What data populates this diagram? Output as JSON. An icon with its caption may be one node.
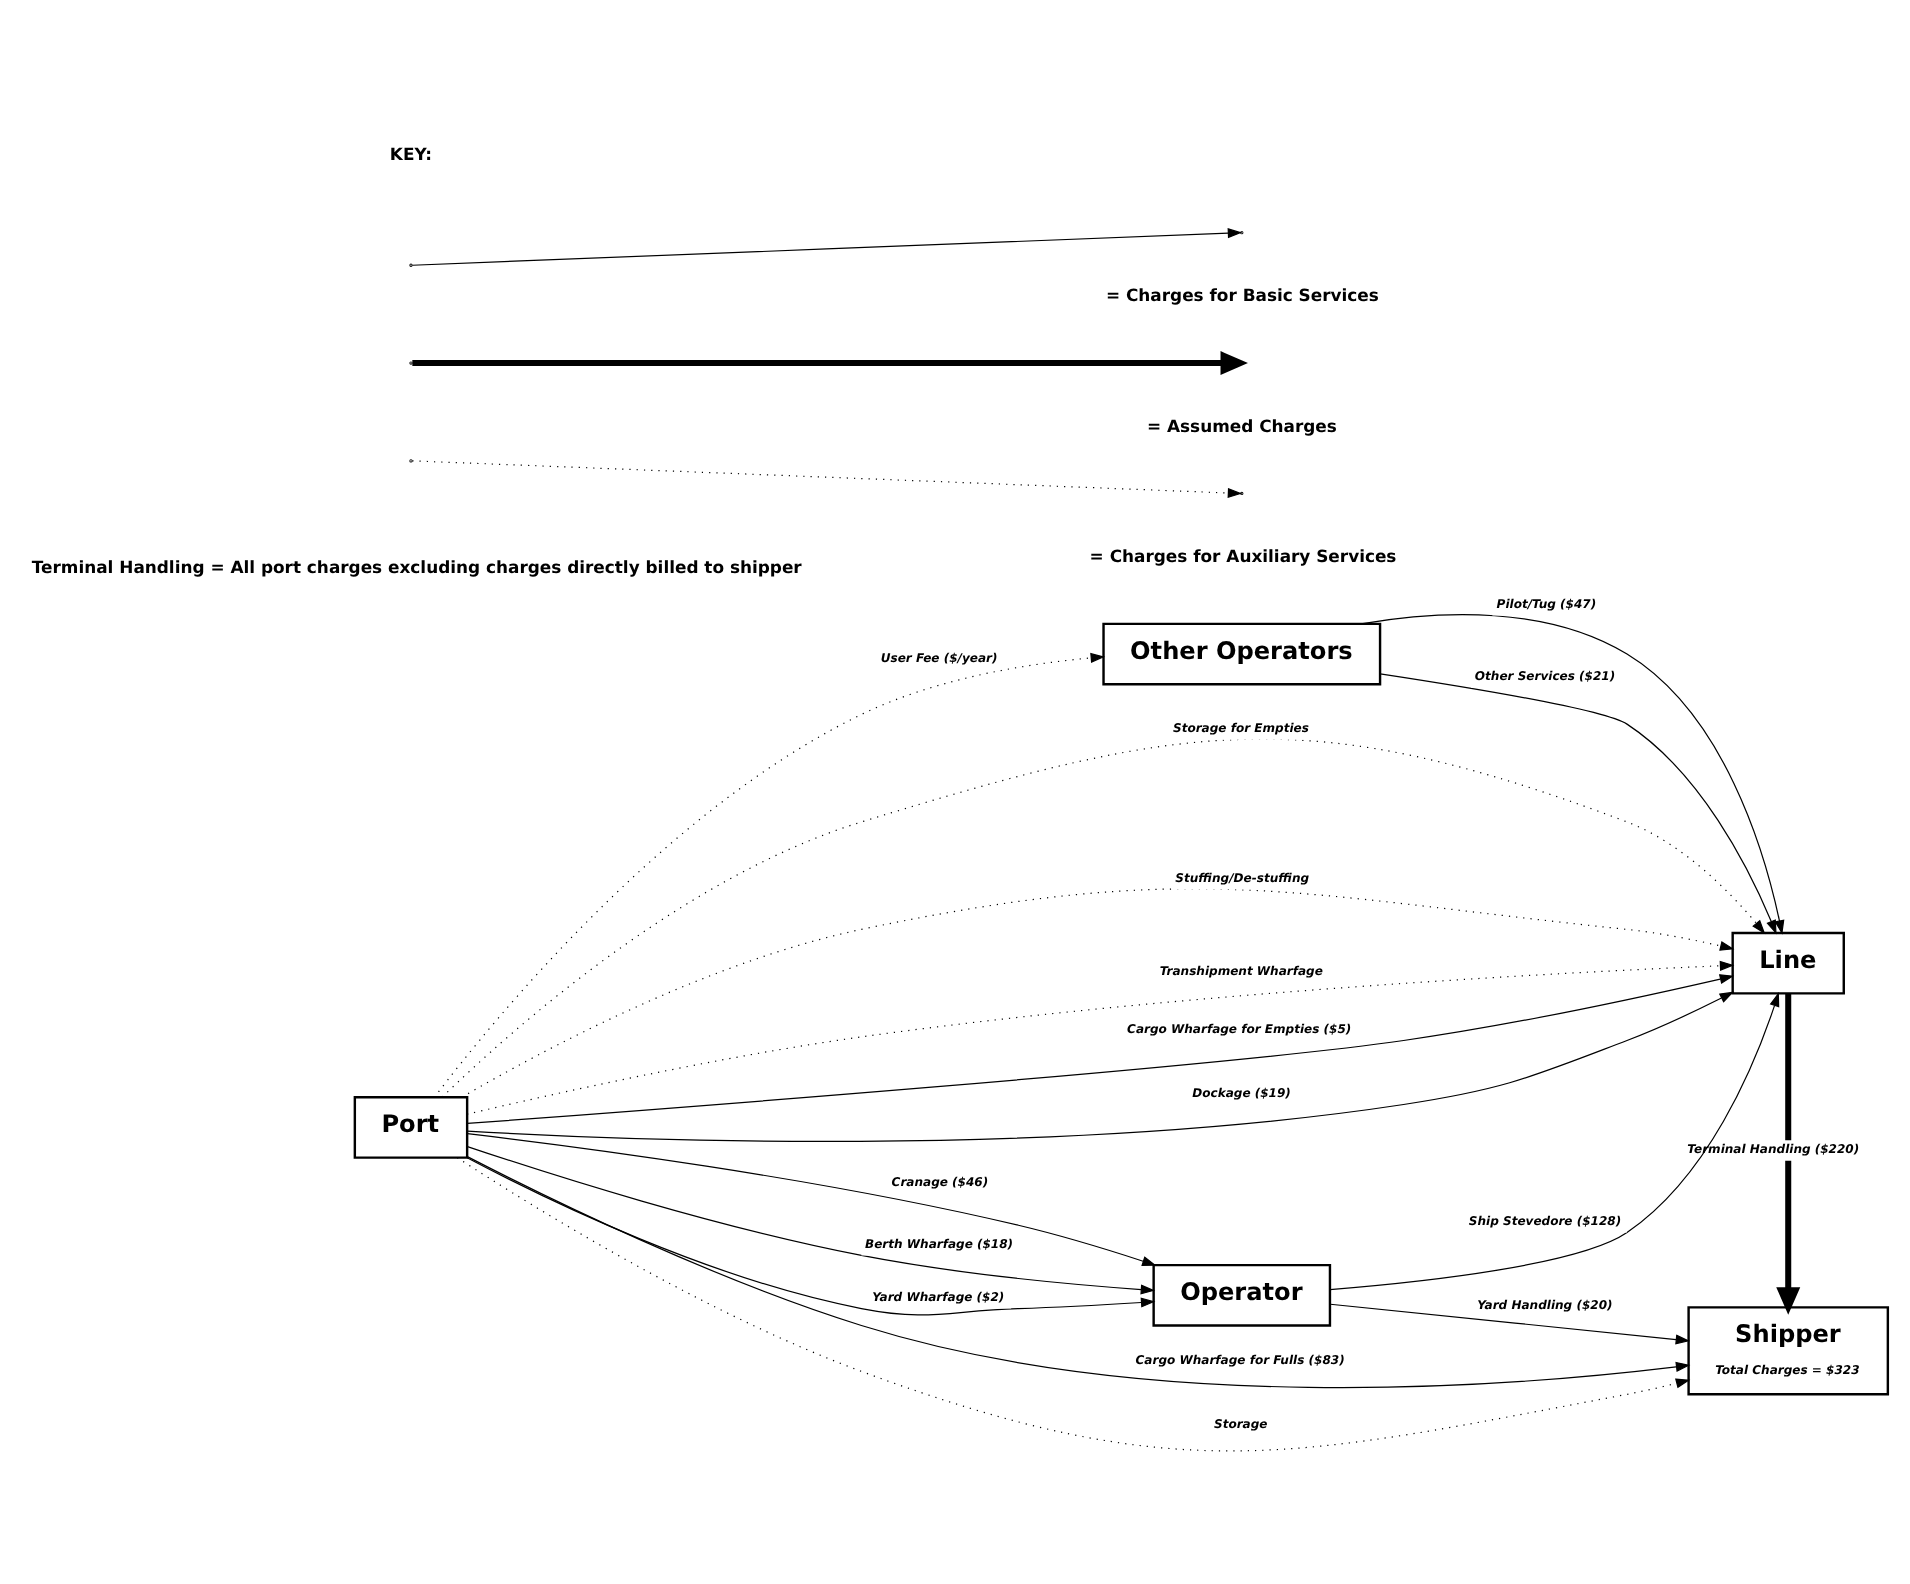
{
  "diagram": {
    "nodes": [
      {
        "text": [
          "Other Operators"
        ]
      },
      {
        "text": [
          "Line"
        ]
      },
      {
        "text": [
          "Port"
        ]
      },
      {
        "text": [
          "Operator"
        ]
      },
      {
        "text": [
          "Shipper",
          "Total Charges = $323"
        ]
      }
    ],
    "edges": [
      {
        "from": 2,
        "to": 0,
        "arrow": "to",
        "label": "User Fee ($/year)",
        "style": "dashed"
      },
      {
        "from": 0,
        "to": 1,
        "arrow": "to",
        "label": "Pilot/Tug ($47)"
      },
      {
        "from": 0,
        "to": 1,
        "arrow": "to",
        "label": "Other Services ($21)"
      },
      {
        "from": 2,
        "to": 1,
        "arrow": "to",
        "label": "Storage for Empties",
        "style": "dashed"
      },
      {
        "from": 2,
        "to": 1,
        "arrow": "to",
        "label": "Stuffing/De-stuffing",
        "style": "dashed"
      },
      {
        "from": 2,
        "to": 1,
        "arrow": "to",
        "label": "Transhipment Wharfage",
        "style": "dashed"
      },
      {
        "from": 2,
        "to": 1,
        "arrow": "to",
        "label": "Cargo Wharfage for Empties ($5)"
      },
      {
        "from": 2,
        "to": 1,
        "arrow": "to",
        "label": "Dockage ($19)"
      },
      {
        "from": 3,
        "to": 1,
        "arrow": "to",
        "label": "Ship Stevedore ($128)"
      },
      {
        "from": 2,
        "to": 3,
        "arrow": "to",
        "label": "Cranage ($46)"
      },
      {
        "from": 2,
        "to": 3,
        "arrow": "to",
        "label": "Berth Wharfage ($18)"
      },
      {
        "from": 2,
        "to": 3,
        "arrow": "to",
        "label": "Yard Wharfage ($2)"
      },
      {
        "from": 1,
        "to": 4,
        "arrow": "to",
        "label": "Terminal Handling ($220)",
        "style": "thick"
      },
      {
        "from": 3,
        "to": 4,
        "arrow": "to",
        "label": "Yard Handling ($20)"
      },
      {
        "from": 2,
        "to": 4,
        "arrow": "to",
        "label": "Cargo Wharfage for Fulls ($83)"
      },
      {
        "from": 2,
        "to": 4,
        "arrow": "to",
        "label": "Storage",
        "style": "dashed"
      }
    ],
    "labels": [
      "KEY:",
      "Terminal Handling = All port charges excluding charges directly billed to shipper"
    ],
    "legend": [
      {
        "text": "= Charges for Basic Services"
      },
      {
        "text": "= Assumed Charges"
      },
      {
        "text": "= Charges for Auxiliary Services"
      }
    ]
  }
}
